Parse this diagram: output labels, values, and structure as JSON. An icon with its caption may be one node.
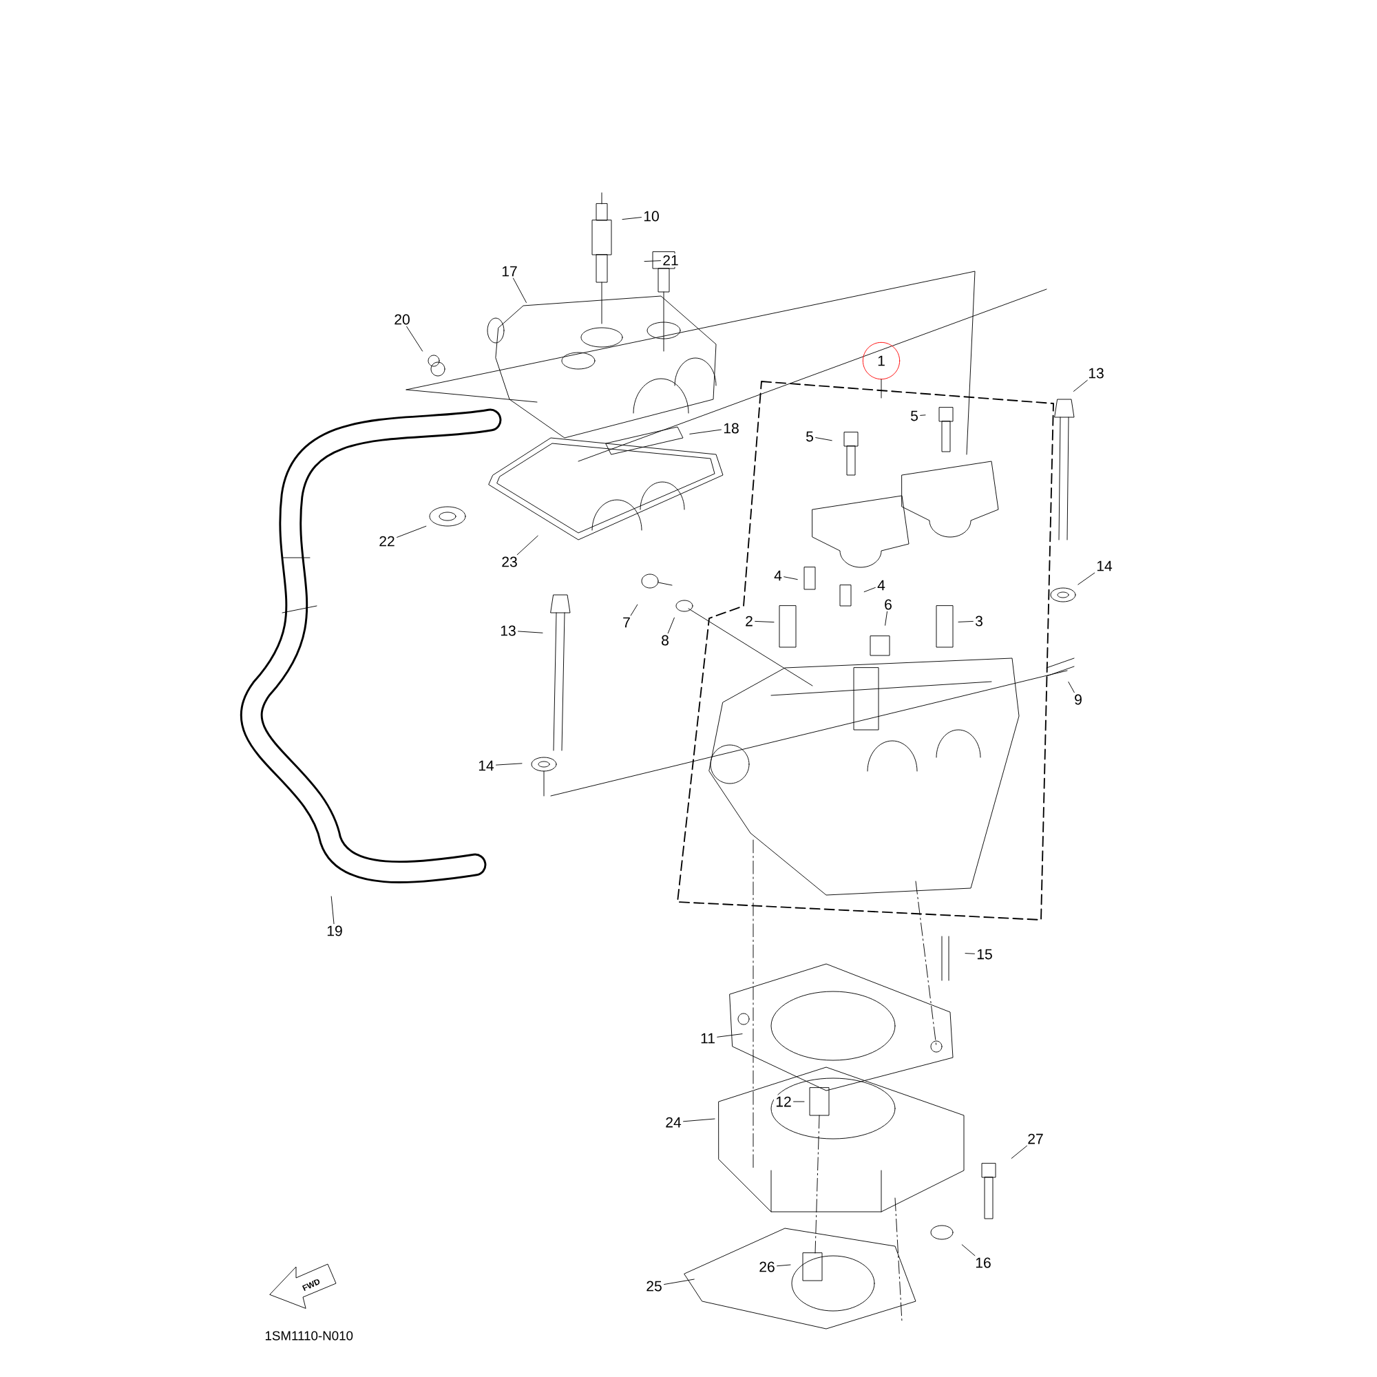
{
  "diagram": {
    "nodes": [
      {
        "text": [
          "10"
        ]
      },
      {
        "text": [
          "21"
        ]
      },
      {
        "text": [
          "17"
        ]
      },
      {
        "text": [
          "20"
        ]
      },
      {
        "text": [
          "1"
        ]
      },
      {
        "text": [
          "13"
        ]
      },
      {
        "text": [
          "5"
        ]
      },
      {
        "text": [
          "5"
        ]
      },
      {
        "text": [
          "18"
        ]
      },
      {
        "text": [
          "22"
        ]
      },
      {
        "text": [
          "23"
        ]
      },
      {
        "text": [
          "14"
        ]
      },
      {
        "text": [
          "4"
        ]
      },
      {
        "text": [
          "4"
        ]
      },
      {
        "text": [
          "7"
        ]
      },
      {
        "text": [
          "8"
        ]
      },
      {
        "text": [
          "2"
        ]
      },
      {
        "text": [
          "6"
        ]
      },
      {
        "text": [
          "3"
        ]
      },
      {
        "text": [
          "13"
        ]
      },
      {
        "text": [
          "9"
        ]
      },
      {
        "text": [
          "14"
        ]
      },
      {
        "text": [
          "19"
        ]
      },
      {
        "text": [
          "15"
        ]
      },
      {
        "text": [
          "11"
        ]
      },
      {
        "text": [
          "12"
        ]
      },
      {
        "text": [
          "24"
        ]
      },
      {
        "text": [
          "27"
        ]
      },
      {
        "text": [
          "16"
        ]
      },
      {
        "text": [
          "26"
        ]
      },
      {
        "text": [
          "25"
        ]
      }
    ],
    "edges": [
      {
        "from": 0,
        "to": null,
        "arrow": "none"
      },
      {
        "from": 1,
        "to": null,
        "arrow": "none"
      },
      {
        "from": 2,
        "to": null,
        "arrow": "none"
      },
      {
        "from": 3,
        "to": null,
        "arrow": "none"
      },
      {
        "from": 4,
        "to": null,
        "arrow": "none"
      },
      {
        "from": 5,
        "to": null,
        "arrow": "none"
      },
      {
        "from": 6,
        "to": null,
        "arrow": "none"
      },
      {
        "from": 7,
        "to": null,
        "arrow": "none"
      },
      {
        "from": 8,
        "to": null,
        "arrow": "none"
      },
      {
        "from": 9,
        "to": null,
        "arrow": "none"
      },
      {
        "from": 10,
        "to": null,
        "arrow": "none"
      },
      {
        "from": 11,
        "to": null,
        "arrow": "none"
      },
      {
        "from": 12,
        "to": null,
        "arrow": "none"
      },
      {
        "from": 13,
        "to": null,
        "arrow": "none"
      },
      {
        "from": 14,
        "to": null,
        "arrow": "none"
      },
      {
        "from": 15,
        "to": null,
        "arrow": "none"
      },
      {
        "from": 16,
        "to": null,
        "arrow": "none"
      },
      {
        "from": 17,
        "to": null,
        "arrow": "none"
      },
      {
        "from": 18,
        "to": null,
        "arrow": "none"
      },
      {
        "from": 19,
        "to": null,
        "arrow": "none"
      },
      {
        "from": 20,
        "to": null,
        "arrow": "none"
      },
      {
        "from": 21,
        "to": null,
        "arrow": "none"
      },
      {
        "from": 22,
        "to": null,
        "arrow": "none"
      },
      {
        "from": 23,
        "to": null,
        "arrow": "none"
      },
      {
        "from": 24,
        "to": null,
        "arrow": "none"
      },
      {
        "from": 25,
        "to": null,
        "arrow": "none"
      },
      {
        "from": 26,
        "to": null,
        "arrow": "none"
      },
      {
        "from": 27,
        "to": null,
        "arrow": "none"
      },
      {
        "from": 28,
        "to": null,
        "arrow": "none"
      },
      {
        "from": 29,
        "to": null,
        "arrow": "none"
      },
      {
        "from": 30,
        "to": null,
        "arrow": "none"
      }
    ],
    "labels": [
      "FWD",
      "1SM1110-N010"
    ]
  }
}
